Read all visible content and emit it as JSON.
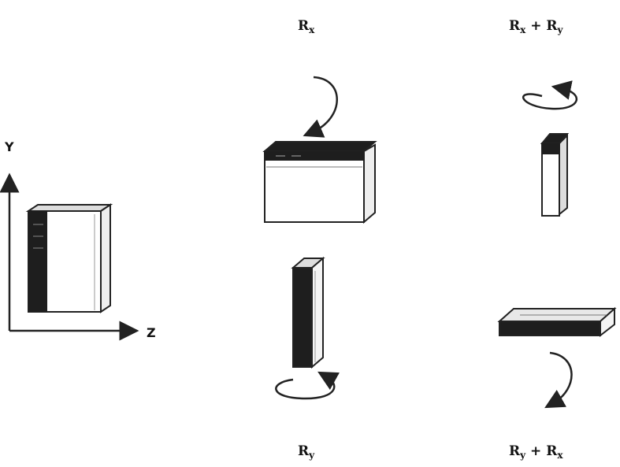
{
  "axes": {
    "y_label": "Y",
    "z_label": "Z"
  },
  "labels": {
    "rx": {
      "main": "R",
      "sub": "x",
      "rest": ""
    },
    "rx_ry": {
      "main": "R",
      "sub": "x",
      "rest": " + R",
      "sub2": "y"
    },
    "ry": {
      "main": "R",
      "sub": "y",
      "rest": ""
    },
    "ry_rx": {
      "main": "R",
      "sub": "y",
      "rest": " + R",
      "sub2": "x"
    }
  }
}
